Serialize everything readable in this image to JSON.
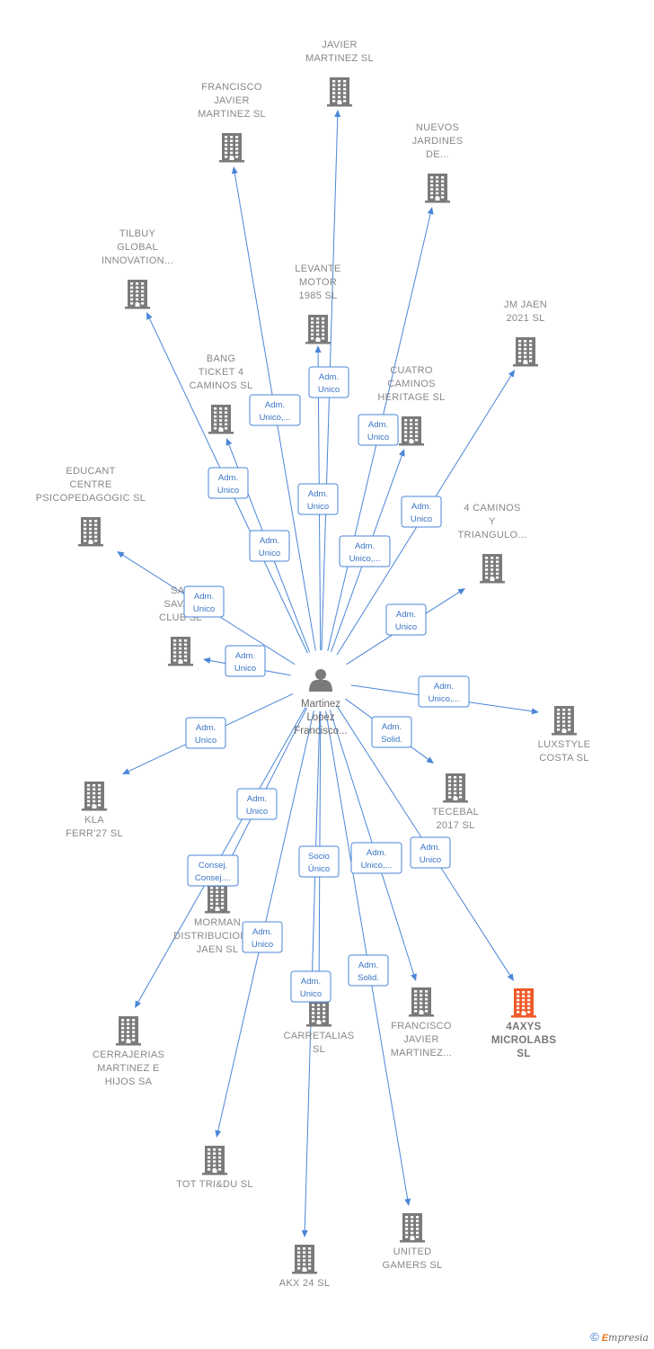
{
  "center": {
    "name_lines": [
      "Martinez",
      "Lopez",
      "Francisco..."
    ]
  },
  "nodes": [
    {
      "id": "javier-martinez",
      "lines": [
        "JAVIER",
        "MARTINEZ  SL"
      ]
    },
    {
      "id": "francisco-javier-martinez-sl",
      "lines": [
        "FRANCISCO",
        "JAVIER",
        "MARTINEZ  SL"
      ]
    },
    {
      "id": "nuevos-jardines",
      "lines": [
        "NUEVOS",
        "JARDINES",
        "DE..."
      ]
    },
    {
      "id": "tilbuy",
      "lines": [
        "TILBUY",
        "GLOBAL",
        "INNOVATION..."
      ]
    },
    {
      "id": "levante-motor",
      "lines": [
        "LEVANTE",
        "MOTOR",
        "1985  SL"
      ]
    },
    {
      "id": "jm-jaen",
      "lines": [
        "JM JAEN",
        "2021  SL"
      ]
    },
    {
      "id": "bang-ticket",
      "lines": [
        "BANG",
        "TICKET 4",
        "CAMINOS  SL"
      ]
    },
    {
      "id": "cuatro-caminos",
      "lines": [
        "CUATRO",
        "CAMINOS",
        "HERITAGE  SL"
      ]
    },
    {
      "id": "educant",
      "lines": [
        "EDUCANT",
        "CENTRE",
        "PSICOPEDAGOGIC SL"
      ]
    },
    {
      "id": "4-caminos",
      "lines": [
        "4 CAMINOS",
        "Y",
        "TRIANGULO..."
      ]
    },
    {
      "id": "sal-savan",
      "lines": [
        "SAL",
        "SAVAN",
        "CLUB  SL"
      ]
    },
    {
      "id": "luxstyle",
      "lines": [
        "LUXSTYLE",
        "COSTA SL"
      ]
    },
    {
      "id": "kla-ferr",
      "lines": [
        "KLA",
        "FERR'27  SL"
      ]
    },
    {
      "id": "tecebal",
      "lines": [
        "TECEBAL",
        "2017  SL"
      ]
    },
    {
      "id": "morman",
      "lines": [
        "MORMAN",
        "DISTRIBUCIONES",
        "JAEN  SL"
      ]
    },
    {
      "id": "cerrajerias",
      "lines": [
        "CERRAJERIAS",
        "MARTINEZ E",
        "HIJOS SA"
      ]
    },
    {
      "id": "carretalias",
      "lines": [
        "CARRETALIAS",
        "SL"
      ]
    },
    {
      "id": "francisco-javier-martinez-2",
      "lines": [
        "FRANCISCO",
        "JAVIER",
        "MARTINEZ..."
      ]
    },
    {
      "id": "4axys",
      "lines": [
        "4AXYS",
        "MICROLABS",
        "SL"
      ],
      "highlight": true
    },
    {
      "id": "tot-tridu",
      "lines": [
        "TOT TRI&DU SL"
      ]
    },
    {
      "id": "united-gamers",
      "lines": [
        "UNITED",
        "GAMERS  SL"
      ]
    },
    {
      "id": "akx-24",
      "lines": [
        "AKX 24  SL"
      ]
    }
  ],
  "edges": [
    {
      "to": "javier-martinez",
      "label": [
        "Adm.",
        "Unico"
      ]
    },
    {
      "to": "francisco-javier-martinez-sl",
      "label": [
        "Adm.",
        "Unico,..."
      ]
    },
    {
      "to": "nuevos-jardines",
      "label": [
        "Adm.",
        "Unico"
      ]
    },
    {
      "to": "tilbuy",
      "label": [
        "Adm.",
        "Unico"
      ]
    },
    {
      "to": "levante-motor",
      "label": [
        "Adm.",
        "Unico"
      ]
    },
    {
      "to": "jm-jaen",
      "label": [
        "Adm.",
        "Unico"
      ]
    },
    {
      "to": "bang-ticket",
      "label": [
        "Adm.",
        "Unico"
      ]
    },
    {
      "to": "cuatro-caminos",
      "label": [
        "Adm.",
        "Unico,..."
      ]
    },
    {
      "to": "educant",
      "label": [
        "Adm.",
        "Unico"
      ]
    },
    {
      "to": "4-caminos",
      "label": [
        "Adm.",
        "Unico"
      ]
    },
    {
      "to": "sal-savan",
      "label": [
        "Adm.",
        "Unico"
      ]
    },
    {
      "to": "luxstyle",
      "label": [
        "Adm.",
        "Unico,..."
      ]
    },
    {
      "to": "kla-ferr",
      "label": [
        "Adm.",
        "Unico"
      ]
    },
    {
      "to": "tecebal",
      "label": [
        "Adm.",
        "Solid."
      ]
    },
    {
      "to": "morman",
      "label": [
        "Adm.",
        "Unico"
      ]
    },
    {
      "to": "cerrajerias",
      "label": [
        "Consej.",
        "Consej...."
      ]
    },
    {
      "to": "carretalias",
      "label": [
        "Socio",
        "Único"
      ]
    },
    {
      "to": "francisco-javier-martinez-2",
      "label": [
        "Adm.",
        "Unico,..."
      ]
    },
    {
      "to": "4axys",
      "label": [
        "Adm.",
        "Unico"
      ]
    },
    {
      "to": "tot-tridu",
      "label": [
        "Adm.",
        "Unico"
      ]
    },
    {
      "to": "united-gamers",
      "label": [
        "Adm.",
        "Solid."
      ]
    },
    {
      "to": "akx-24",
      "label": [
        "Adm.",
        "Unico"
      ]
    }
  ],
  "colors": {
    "building": "#7a7a7a",
    "building_highlight": "#f05a28",
    "person": "#7a7a7a",
    "edge": "#4a86d8"
  },
  "footer": {
    "copyright_symbol": "©",
    "brand_initial": "E",
    "brand_rest": "mpresia"
  }
}
